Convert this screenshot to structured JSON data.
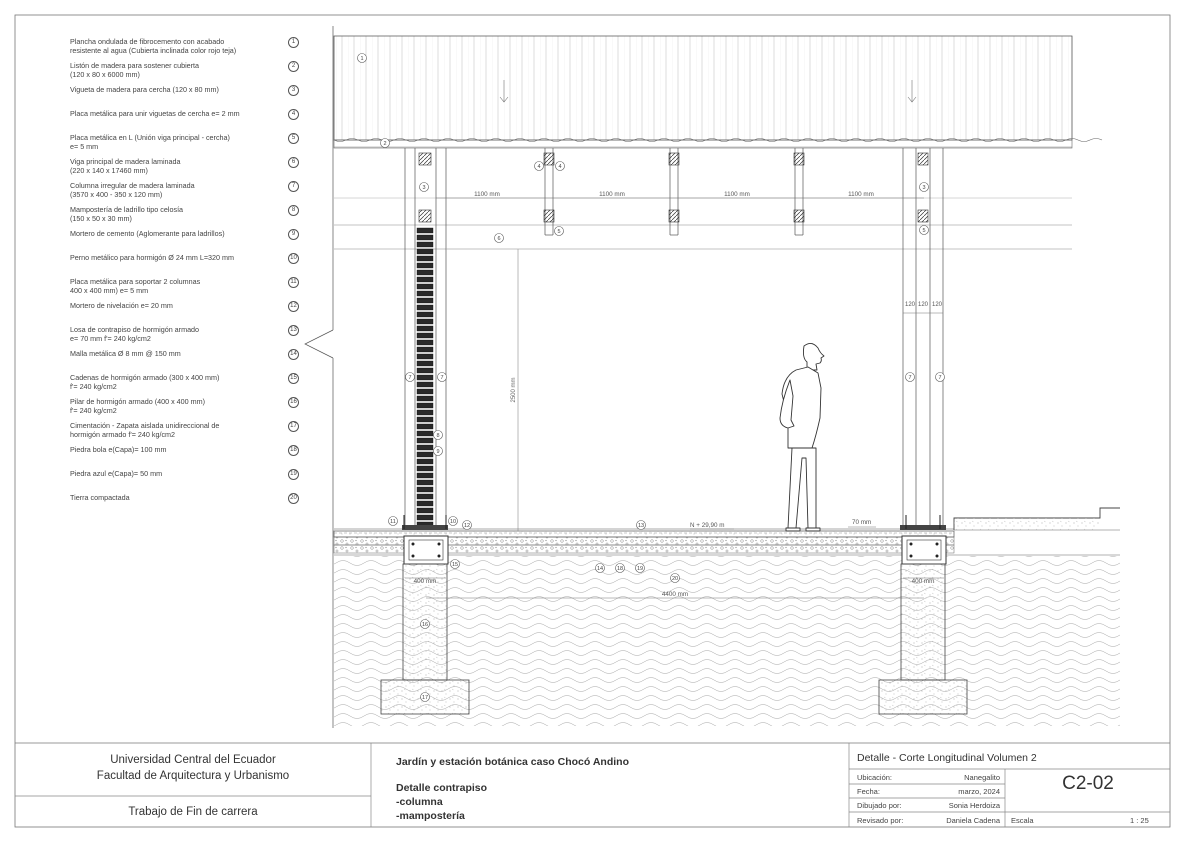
{
  "legend": [
    {
      "n": "1",
      "text": "Plancha ondulada de fibrocemento con acabado\nresistente al agua (Cubierta inclinada color rojo teja)"
    },
    {
      "n": "2",
      "text": "Listón de madera para sostener cubierta\n(120 x 80 x 6000 mm)"
    },
    {
      "n": "3",
      "text": "Vigueta de madera para cercha (120 x 80 mm)"
    },
    {
      "n": "4",
      "text": "Placa metálica para unir viguetas de cercha  e= 2 mm"
    },
    {
      "n": "5",
      "text": "Placa metálica en L (Unión viga principal - cercha)\ne= 5 mm"
    },
    {
      "n": "6",
      "text": "Viga principal de madera laminada\n(220 x 140 x 17460 mm)"
    },
    {
      "n": "7",
      "text": "Columna irregular de madera laminada\n(3570 x 400 - 350 x 120  mm)"
    },
    {
      "n": "8",
      "text": "Mampostería de ladrillo tipo celosía\n(150 x 50 x 30 mm)"
    },
    {
      "n": "9",
      "text": "Mortero de cemento (Aglomerante para ladrillos)"
    },
    {
      "n": "10",
      "text": "Perno metálico para hormigón  Ø 24 mm L=320 mm"
    },
    {
      "n": "11",
      "text": "Placa metálica para soportar 2 columnas\n400 x 400 mm)  e= 5 mm"
    },
    {
      "n": "12",
      "text": "Mortero de nivelación e= 20 mm"
    },
    {
      "n": "13",
      "text": "Losa de contrapiso de hormigón armado\ne= 70 mm  f'= 240 kg/cm2"
    },
    {
      "n": "14",
      "text": "Malla metálica  Ø 8 mm @ 150 mm"
    },
    {
      "n": "15",
      "text": "Cadenas de hormigón armado (300 x 400 mm)\n f'= 240 kg/cm2"
    },
    {
      "n": "16",
      "text": "Pilar de hormigón armado (400 x 400 mm)\nf'= 240 kg/cm2"
    },
    {
      "n": "17",
      "text": "Cimentación - Zapata aislada unidireccional de\nhormigón armado  f'= 240 kg/cm2"
    },
    {
      "n": "18",
      "text": "Piedra bola  e(Capa)= 100 mm"
    },
    {
      "n": "19",
      "text": "Piedra azul  e(Capa)= 50 mm"
    },
    {
      "n": "20",
      "text": "Tierra compactada"
    }
  ],
  "dimensions": {
    "spacing": [
      "1100 mm",
      "1100 mm",
      "1100 mm",
      "1100 mm"
    ],
    "height": "2500 mm",
    "col_widths": [
      "120",
      "120",
      "120"
    ],
    "level": "N + 29,90 m",
    "slab": "70 mm",
    "footing_left": "400 mm",
    "footing_right": "400 mm",
    "span": "4400 mm"
  },
  "tags": {
    "cover": "1",
    "batten": "2",
    "joist": "3",
    "plate": "4",
    "lplate": "5",
    "beam": "6",
    "column": "7",
    "brick": "8",
    "mortar": "9",
    "bolt": "10",
    "baseplate": "11",
    "level_mortar": "12",
    "slab": "13",
    "mesh": "14",
    "chain": "15",
    "pillar": "16",
    "footing": "17",
    "stone_a": "18",
    "stone_b": "19",
    "soil": "20"
  },
  "titleblock": {
    "university": "Universidad Central del Ecuador",
    "faculty": "Facultad de Arquitectura y Urbanismo",
    "work": "Trabajo de Fin de carrera",
    "project": "Jardín y estación botánica caso Chocó Andino",
    "desc1": "Detalle contrapiso",
    "desc2": "-columna",
    "desc3": "-mampostería",
    "detail": "Detalle - Corte Longitudinal Volumen 2",
    "ubicacion_label": "Ubicación:",
    "ubicacion": "Nanegalito",
    "fecha_label": "Fecha:",
    "fecha": "marzo, 2024",
    "dibujado_label": "Dibujado por:",
    "dibujado": "Sonia Herdoiza",
    "revisado_label": "Revisado por:",
    "revisado": "Daniela Cadena",
    "escala_label": "Escala",
    "escala": "1 : 25",
    "code": "C2-02"
  },
  "colors": {
    "line": "#444444",
    "hatch": "#8a8a8a",
    "light": "#bfbfbf"
  }
}
